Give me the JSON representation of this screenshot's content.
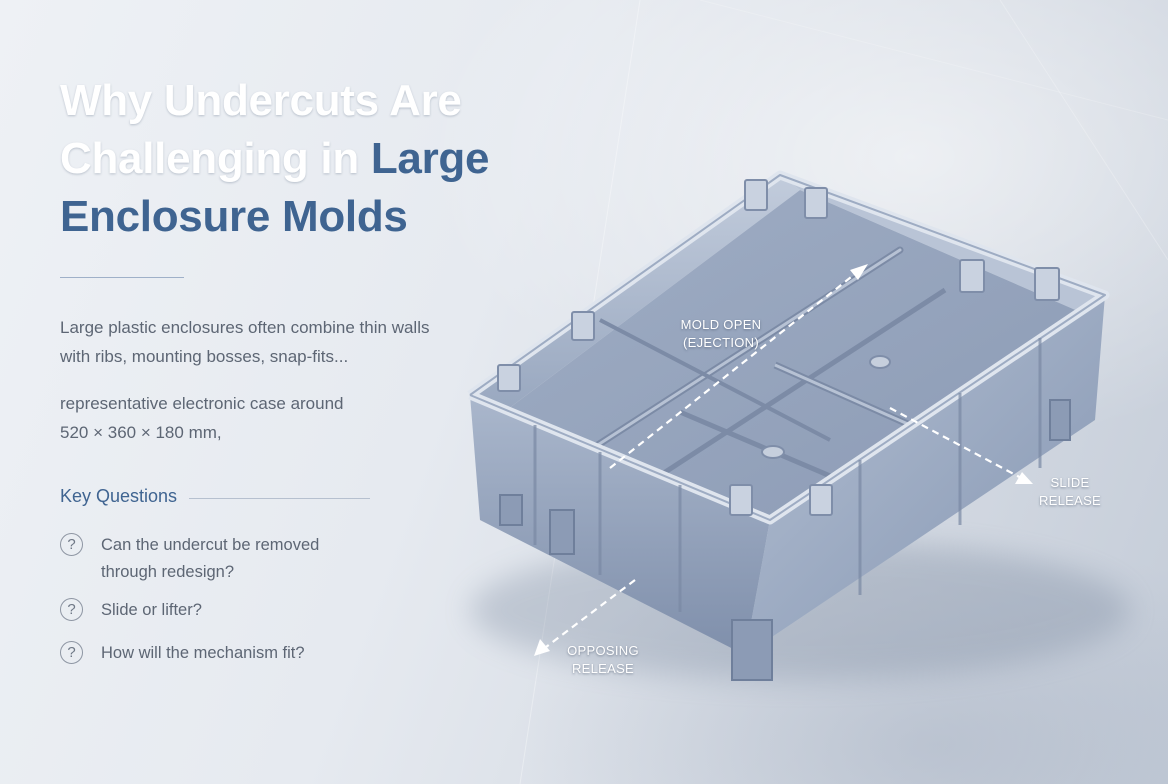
{
  "headline": {
    "line1": "Why Undercuts Are",
    "line2_plain": "Challenging in ",
    "line2_accent": "Large",
    "line3_accent": "Enclosure Molds"
  },
  "intro": {
    "line1": "Large plastic enclosures often combine thin walls",
    "line2": "with ribs, mounting bosses, snap-fits..."
  },
  "spec": {
    "line1": "representative electronic case around",
    "line2": "520 × 360 × 180 mm,"
  },
  "key_questions": {
    "title": "Key Questions",
    "items": [
      {
        "icon": "?",
        "line1": "Can the undercut be removed",
        "line2": "through redesign?"
      },
      {
        "icon": "?",
        "line1": "Slide or lifter?"
      },
      {
        "icon": "?",
        "line1": "How will the mechanism fit?"
      }
    ]
  },
  "diagram": {
    "labels": {
      "mold_open": {
        "line1": "MOLD OPEN",
        "line2": "(EJECTION)"
      },
      "slide_release": {
        "line1": "SLIDE",
        "line2": "RELEASE"
      },
      "opposing_release": {
        "line1": "OPPOSING",
        "line2": "RELEASE"
      }
    }
  },
  "colors": {
    "accent": "#3f6491",
    "body_text": "#5d6674",
    "enclosure": "#9aa9c2"
  }
}
